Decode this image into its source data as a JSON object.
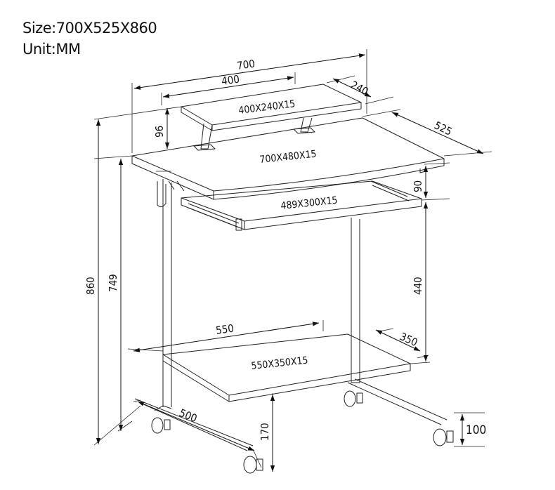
{
  "header": {
    "size_line": "Size:700X525X860",
    "unit_line": "Unit:MM"
  },
  "dimensions": {
    "width_700": "700",
    "shelf_width_400": "400",
    "shelf_depth_240": "240",
    "depth_525": "525",
    "height_96": "96",
    "height_90": "90",
    "total_height_860": "860",
    "desk_height_749": "749",
    "lower_gap_440": "440",
    "bottom_width_550": "550",
    "bottom_depth_350": "350",
    "base_500": "500",
    "bottom_height_170": "170",
    "caster_100": "100"
  },
  "panels": {
    "top_shelf": "400X240X15",
    "desktop": "700X480X15",
    "keyboard_tray": "489X300X15",
    "bottom_shelf": "550X350X15"
  }
}
